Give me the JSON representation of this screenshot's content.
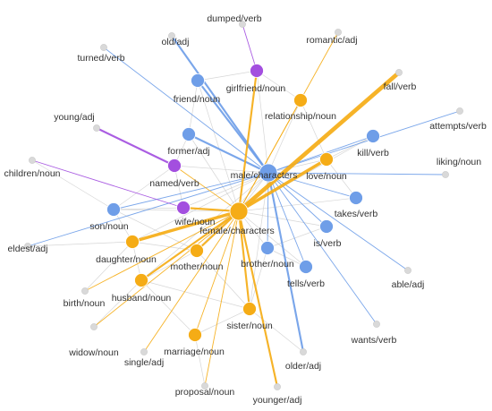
{
  "colors": {
    "male": "#6f9ee8",
    "female": "#f5ac16",
    "mixed": "#a34fdf",
    "other": "#d9d9d9",
    "edge_faint": "#cccccc"
  },
  "nodes": [
    {
      "id": "male",
      "label": "male/characters",
      "group": "male",
      "hub": true
    },
    {
      "id": "female",
      "label": "female/characters",
      "group": "female",
      "hub": true
    },
    {
      "id": "dumped",
      "label": "dumped/verb",
      "group": "other"
    },
    {
      "id": "old",
      "label": "old/adj",
      "group": "other"
    },
    {
      "id": "turned",
      "label": "turned/verb",
      "group": "other"
    },
    {
      "id": "romantic",
      "label": "romantic/adj",
      "group": "other"
    },
    {
      "id": "fall",
      "label": "fall/verb",
      "group": "other"
    },
    {
      "id": "friend",
      "label": "friend/noun",
      "group": "male"
    },
    {
      "id": "girlfriend",
      "label": "girlfriend/noun",
      "group": "mixed"
    },
    {
      "id": "relationship",
      "label": "relationship/noun",
      "group": "female"
    },
    {
      "id": "attempts",
      "label": "attempts/verb",
      "group": "other"
    },
    {
      "id": "young",
      "label": "young/adj",
      "group": "other"
    },
    {
      "id": "former",
      "label": "former/adj",
      "group": "male"
    },
    {
      "id": "kill",
      "label": "kill/verb",
      "group": "male"
    },
    {
      "id": "children",
      "label": "children/noun",
      "group": "other"
    },
    {
      "id": "named",
      "label": "named/verb",
      "group": "mixed"
    },
    {
      "id": "love",
      "label": "love/noun",
      "group": "female"
    },
    {
      "id": "liking",
      "label": "liking/noun",
      "group": "other"
    },
    {
      "id": "wife",
      "label": "wife/noun",
      "group": "mixed"
    },
    {
      "id": "takes",
      "label": "takes/verb",
      "group": "male"
    },
    {
      "id": "son",
      "label": "son/noun",
      "group": "male"
    },
    {
      "id": "is",
      "label": "is/verb",
      "group": "male"
    },
    {
      "id": "daughter",
      "label": "daughter/noun",
      "group": "female"
    },
    {
      "id": "eldest",
      "label": "eldest/adj",
      "group": "other"
    },
    {
      "id": "mother",
      "label": "mother/noun",
      "group": "female"
    },
    {
      "id": "brother",
      "label": "brother/noun",
      "group": "male"
    },
    {
      "id": "birth",
      "label": "birth/noun",
      "group": "other"
    },
    {
      "id": "able",
      "label": "able/adj",
      "group": "other"
    },
    {
      "id": "husband",
      "label": "husband/noun",
      "group": "female"
    },
    {
      "id": "tells",
      "label": "tells/verb",
      "group": "male"
    },
    {
      "id": "sister",
      "label": "sister/noun",
      "group": "female"
    },
    {
      "id": "wants",
      "label": "wants/verb",
      "group": "other"
    },
    {
      "id": "widow",
      "label": "widow/noun",
      "group": "other"
    },
    {
      "id": "marriage",
      "label": "marriage/noun",
      "group": "female"
    },
    {
      "id": "older",
      "label": "older/adj",
      "group": "other"
    },
    {
      "id": "single",
      "label": "single/adj",
      "group": "other"
    },
    {
      "id": "proposal",
      "label": "proposal/noun",
      "group": "other"
    },
    {
      "id": "younger",
      "label": "younger/adj",
      "group": "other"
    }
  ],
  "edges": [
    {
      "source": "male",
      "target": "friend",
      "kind": "male",
      "weight": 2
    },
    {
      "source": "male",
      "target": "old",
      "kind": "male",
      "weight": 2
    },
    {
      "source": "male",
      "target": "turned",
      "kind": "male",
      "weight": 1
    },
    {
      "source": "male",
      "target": "former",
      "kind": "male",
      "weight": 2
    },
    {
      "source": "male",
      "target": "kill",
      "kind": "male",
      "weight": 1
    },
    {
      "source": "male",
      "target": "attempts",
      "kind": "male",
      "weight": 1
    },
    {
      "source": "male",
      "target": "son",
      "kind": "male",
      "weight": 1
    },
    {
      "source": "male",
      "target": "takes",
      "kind": "male",
      "weight": 1
    },
    {
      "source": "male",
      "target": "is",
      "kind": "male",
      "weight": 1
    },
    {
      "source": "male",
      "target": "brother",
      "kind": "male",
      "weight": 1
    },
    {
      "source": "male",
      "target": "tells",
      "kind": "male",
      "weight": 1
    },
    {
      "source": "male",
      "target": "older",
      "kind": "male",
      "weight": 2
    },
    {
      "source": "male",
      "target": "wants",
      "kind": "male",
      "weight": 1
    },
    {
      "source": "male",
      "target": "able",
      "kind": "male",
      "weight": 1
    },
    {
      "source": "male",
      "target": "liking",
      "kind": "male",
      "weight": 1
    },
    {
      "source": "male",
      "target": "eldest",
      "kind": "male",
      "weight": 1
    },
    {
      "source": "girlfriend",
      "target": "dumped",
      "kind": "mixed",
      "weight": 1
    },
    {
      "source": "named",
      "target": "young",
      "kind": "mixed",
      "weight": 2
    },
    {
      "source": "wife",
      "target": "children",
      "kind": "mixed",
      "weight": 1
    },
    {
      "source": "female",
      "target": "fall",
      "kind": "female",
      "weight": 4
    },
    {
      "source": "female",
      "target": "love",
      "kind": "female",
      "weight": 3
    },
    {
      "source": "female",
      "target": "romantic",
      "kind": "female",
      "weight": 1
    },
    {
      "source": "female",
      "target": "relationship",
      "kind": "female",
      "weight": 1
    },
    {
      "source": "female",
      "target": "girlfriend",
      "kind": "female",
      "weight": 2
    },
    {
      "source": "female",
      "target": "daughter",
      "kind": "female",
      "weight": 3
    },
    {
      "source": "female",
      "target": "mother",
      "kind": "female",
      "weight": 2
    },
    {
      "source": "female",
      "target": "husband",
      "kind": "female",
      "weight": 2
    },
    {
      "source": "female",
      "target": "sister",
      "kind": "female",
      "weight": 2
    },
    {
      "source": "female",
      "target": "younger",
      "kind": "female",
      "weight": 2
    },
    {
      "source": "female",
      "target": "marriage",
      "kind": "female",
      "weight": 1
    },
    {
      "source": "female",
      "target": "proposal",
      "kind": "female",
      "weight": 1
    },
    {
      "source": "female",
      "target": "single",
      "kind": "female",
      "weight": 1
    },
    {
      "source": "female",
      "target": "birth",
      "kind": "female",
      "weight": 1
    },
    {
      "source": "female",
      "target": "widow",
      "kind": "female",
      "weight": 1
    },
    {
      "source": "female",
      "target": "wife",
      "kind": "female",
      "weight": 2
    },
    {
      "source": "female",
      "target": "named",
      "kind": "female",
      "weight": 1
    },
    {
      "source": "male",
      "target": "female",
      "kind": "faint",
      "weight": 1
    },
    {
      "source": "male",
      "target": "girlfriend",
      "kind": "faint",
      "weight": 1
    },
    {
      "source": "male",
      "target": "relationship",
      "kind": "faint",
      "weight": 1
    },
    {
      "source": "male",
      "target": "love",
      "kind": "faint",
      "weight": 1
    },
    {
      "source": "male",
      "target": "named",
      "kind": "faint",
      "weight": 1
    },
    {
      "source": "male",
      "target": "wife",
      "kind": "faint",
      "weight": 1
    },
    {
      "source": "male",
      "target": "sister",
      "kind": "faint",
      "weight": 1
    },
    {
      "source": "male",
      "target": "mother",
      "kind": "faint",
      "weight": 1
    },
    {
      "source": "male",
      "target": "husband",
      "kind": "faint",
      "weight": 1
    },
    {
      "source": "male",
      "target": "daughter",
      "kind": "faint",
      "weight": 1
    },
    {
      "source": "female",
      "target": "friend",
      "kind": "faint",
      "weight": 1
    },
    {
      "source": "female",
      "target": "former",
      "kind": "faint",
      "weight": 1
    },
    {
      "source": "female",
      "target": "son",
      "kind": "faint",
      "weight": 1
    },
    {
      "source": "female",
      "target": "brother",
      "kind": "faint",
      "weight": 1
    },
    {
      "source": "female",
      "target": "takes",
      "kind": "faint",
      "weight": 1
    },
    {
      "source": "female",
      "target": "kill",
      "kind": "faint",
      "weight": 1
    },
    {
      "source": "female",
      "target": "is",
      "kind": "faint",
      "weight": 1
    },
    {
      "source": "female",
      "target": "tells",
      "kind": "faint",
      "weight": 1
    },
    {
      "source": "son",
      "target": "daughter",
      "kind": "faint",
      "weight": 1
    },
    {
      "source": "son",
      "target": "wife",
      "kind": "faint",
      "weight": 1
    },
    {
      "source": "son",
      "target": "mother",
      "kind": "faint",
      "weight": 1
    },
    {
      "source": "daughter",
      "target": "husband",
      "kind": "faint",
      "weight": 1
    },
    {
      "source": "daughter",
      "target": "mother",
      "kind": "faint",
      "weight": 1
    },
    {
      "source": "mother",
      "target": "husband",
      "kind": "faint",
      "weight": 1
    },
    {
      "source": "mother",
      "target": "sister",
      "kind": "faint",
      "weight": 1
    },
    {
      "source": "husband",
      "target": "marriage",
      "kind": "faint",
      "weight": 1
    },
    {
      "source": "husband",
      "target": "sister",
      "kind": "faint",
      "weight": 1
    },
    {
      "source": "husband",
      "target": "widow",
      "kind": "faint",
      "weight": 1
    },
    {
      "source": "sister",
      "target": "brother",
      "kind": "faint",
      "weight": 1
    },
    {
      "source": "sister",
      "target": "older",
      "kind": "faint",
      "weight": 1
    },
    {
      "source": "marriage",
      "target": "proposal",
      "kind": "faint",
      "weight": 1
    },
    {
      "source": "marriage",
      "target": "sister",
      "kind": "faint",
      "weight": 1
    },
    {
      "source": "wife",
      "target": "named",
      "kind": "faint",
      "weight": 1
    },
    {
      "source": "former",
      "target": "named",
      "kind": "faint",
      "weight": 1
    },
    {
      "source": "friend",
      "target": "former",
      "kind": "faint",
      "weight": 1
    },
    {
      "source": "friend",
      "target": "girlfriend",
      "kind": "faint",
      "weight": 1
    },
    {
      "source": "love",
      "target": "kill",
      "kind": "faint",
      "weight": 1
    },
    {
      "source": "love",
      "target": "takes",
      "kind": "faint",
      "weight": 1
    },
    {
      "source": "love",
      "target": "relationship",
      "kind": "faint",
      "weight": 1
    },
    {
      "source": "brother",
      "target": "tells",
      "kind": "faint",
      "weight": 1
    },
    {
      "source": "brother",
      "target": "is",
      "kind": "faint",
      "weight": 1
    },
    {
      "source": "eldest",
      "target": "daughter",
      "kind": "faint",
      "weight": 1
    },
    {
      "source": "birth",
      "target": "daughter",
      "kind": "faint",
      "weight": 1
    },
    {
      "source": "son",
      "target": "named",
      "kind": "faint",
      "weight": 1
    },
    {
      "source": "girlfriend",
      "target": "relationship",
      "kind": "faint",
      "weight": 1
    },
    {
      "source": "children",
      "target": "son",
      "kind": "faint",
      "weight": 1
    }
  ]
}
